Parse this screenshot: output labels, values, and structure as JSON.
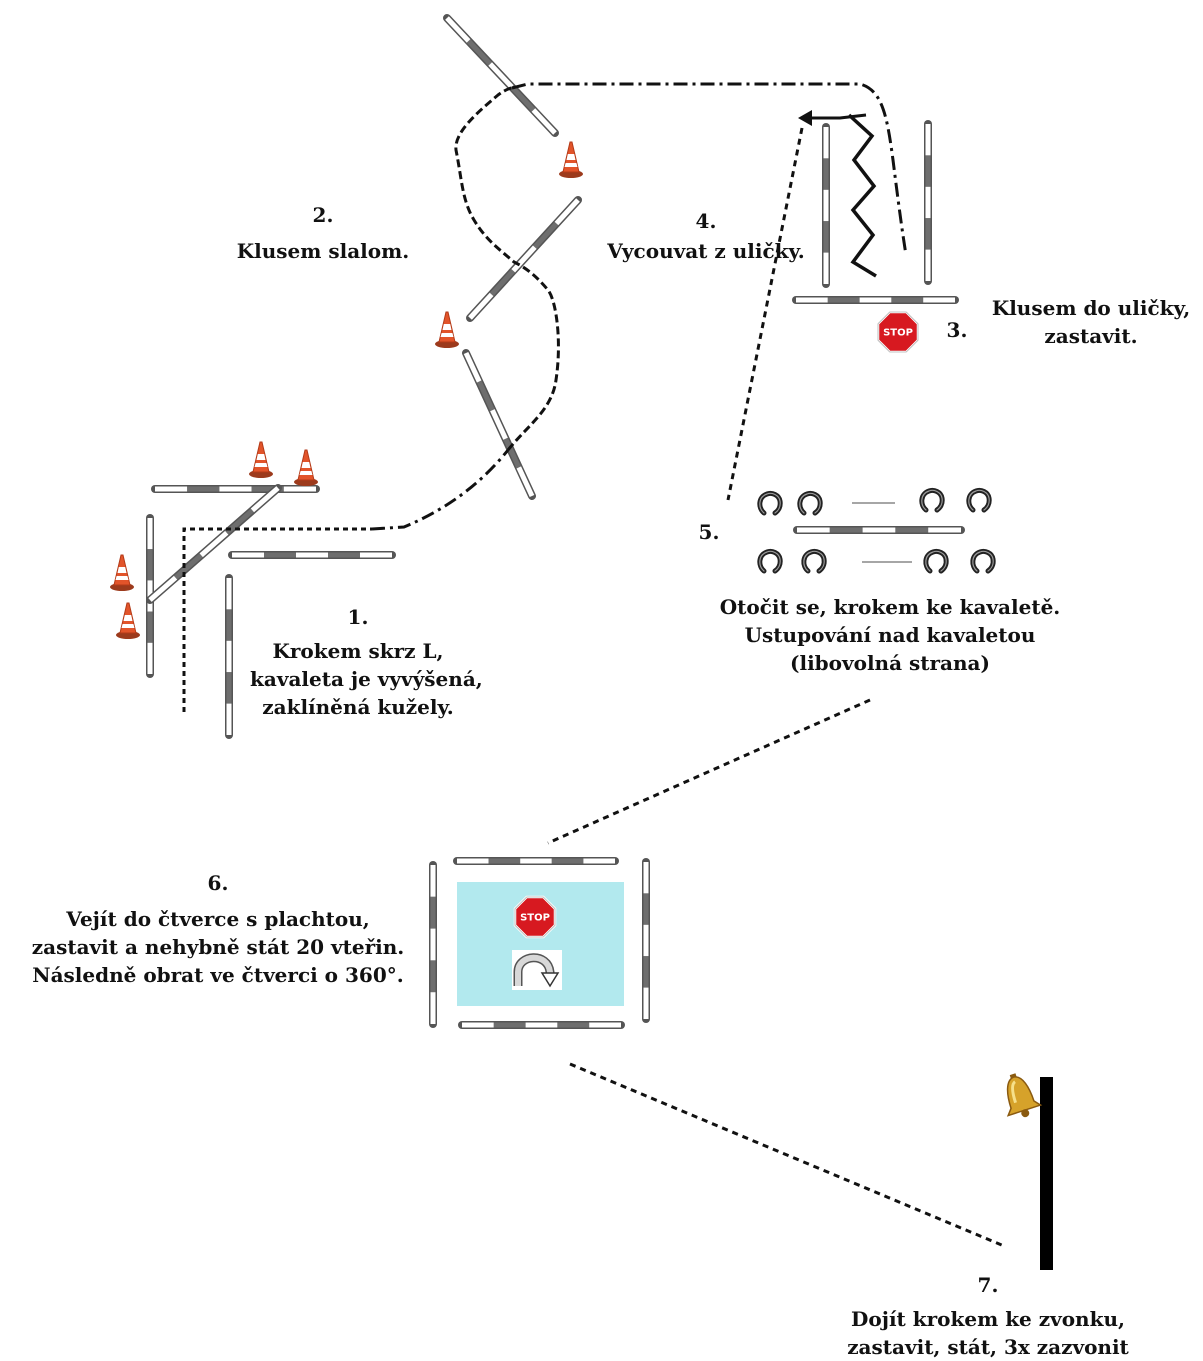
{
  "diagram": {
    "stations": [
      {
        "number": "1.",
        "lines": [
          "Krokem skrz L,",
          "kavaleta je vyvýšená,",
          "zaklíněná kužely."
        ]
      },
      {
        "number": "2.",
        "lines": [
          "Klusem slalom."
        ]
      },
      {
        "number": "3.",
        "lines": [
          "Klusem do uličky,",
          "zastavit."
        ]
      },
      {
        "number": "4.",
        "lines": [
          "Vycouvat z uličky."
        ]
      },
      {
        "number": "5.",
        "lines": [
          "Otočit se, krokem ke kavaletě.",
          "Ustupování nad kavaletou",
          "(libovolná strana)"
        ]
      },
      {
        "number": "6.",
        "lines": [
          "Vejít do čtverce s plachtou,",
          "zastavit a nehybně stát 20 vteřin.",
          "Následně obrat ve čtverci o 360°."
        ]
      },
      {
        "number": "7.",
        "lines": [
          "Dojít krokem ke zvonku,",
          "zastavit, stát, 3x zazvonit"
        ]
      }
    ],
    "stop_sign_text": "STOP",
    "icons": [
      "traffic-cone-icon",
      "stop-sign-icon",
      "horseshoe-icon",
      "u-turn-arrow-icon",
      "bell-icon",
      "pole-icon"
    ],
    "colors": {
      "pole_dark": "#6e6e6e",
      "pole_light": "#ffffff",
      "cone_orange": "#e2542a",
      "stop_red": "#d71920",
      "tarp": "#b2e9ee",
      "bell_gold": "#d6a22a",
      "line": "#111111"
    }
  }
}
